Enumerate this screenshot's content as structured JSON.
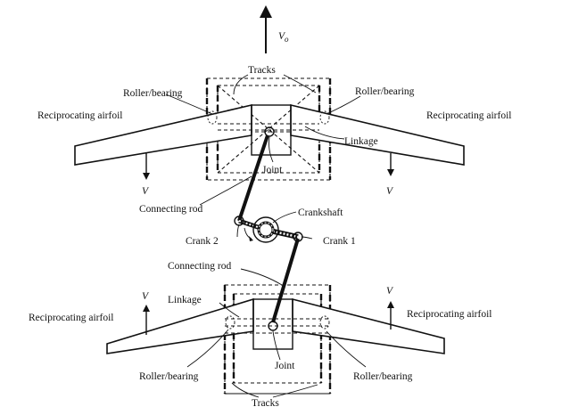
{
  "velocity_top": "V",
  "velocity_top_sub": "o",
  "top": {
    "tracks": "Tracks",
    "roller_left": "Roller/bearing",
    "roller_right": "Roller/bearing",
    "airfoil_left": "Reciprocating airfoil",
    "airfoil_right": "Reciprocating airfoil",
    "linkage": "Linkage",
    "joint": "Joint",
    "v_left": "V",
    "v_right": "V"
  },
  "mechanism": {
    "connecting_rod_top": "Connecting rod",
    "crankshaft": "Crankshaft",
    "crank2": "Crank 2",
    "crank1": "Crank 1",
    "connecting_rod_bottom": "Connecting rod"
  },
  "bottom": {
    "v_left": "V",
    "v_right": "V",
    "linkage": "Linkage",
    "airfoil_left": "Reciprocating airfoil",
    "airfoil_right": "Reciprocating airfoil",
    "roller_left": "Roller/bearing",
    "roller_right": "Roller/bearing",
    "joint": "Joint",
    "tracks": "Tracks"
  }
}
